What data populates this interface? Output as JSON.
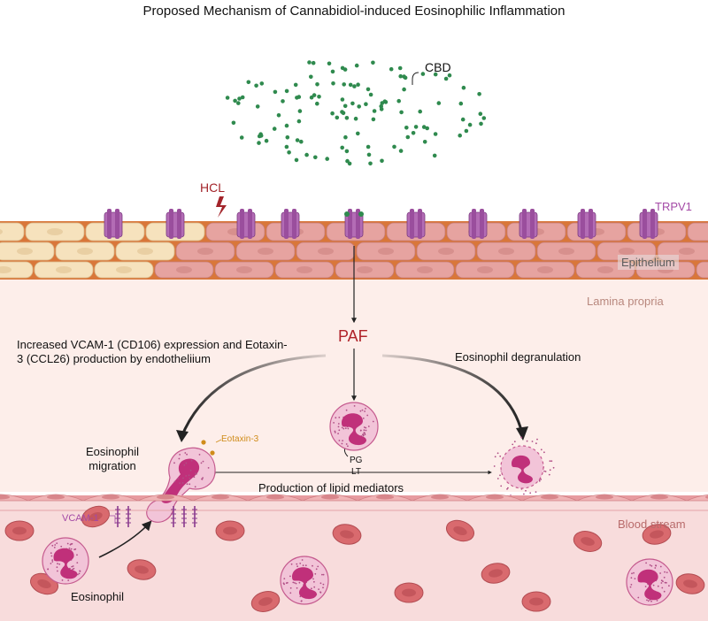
{
  "title": "Proposed Mechanism of Cannabidiol-induced Eosinophilic Inflammation",
  "labels": {
    "cbd": "CBD",
    "hcl": "HCL",
    "trpv1": "TRPV1",
    "epithelium": "Epithelium",
    "lamina_propria": "Lamina propria",
    "vcam_expression": "Increased VCAM-1 (CD106)  expression and Eotaxin-3 (CCL26) production by endotheliium",
    "paf": "PAF",
    "eosinophil_degranulation": "Eosinophil degranulation",
    "eosinophil_migration": "Eosinophil migration",
    "eotaxin3": "Eotaxin-3",
    "pg": "PG",
    "lt": "LT",
    "lipid_mediators": "Production of lipid mediators",
    "vcam1": "VCAM-1",
    "blood_stream": "Blood stream",
    "eosinophil": "Eosinophil"
  },
  "colors": {
    "title_text": "#111111",
    "hcl_red": "#a3242a",
    "paf_red": "#b0232a",
    "trpv1_purple": "#a44aa6",
    "cbd_green": "#2f8a4e",
    "eotaxin_orange": "#d08c1a",
    "lamina_bg": "#fdeeea",
    "blood_bg": "#f8dcdc",
    "healthy_cell": "#f6e2bd",
    "inflamed_cell": "#e6a3a0",
    "rbc": "#d96a6e",
    "eosinophil_body": "#f2c4d8",
    "eosinophil_nucleus": "#c0307a"
  },
  "icons": [
    "cbd-particle",
    "lightning-icon",
    "trpv1-channel-icon",
    "eosinophil-cell-icon",
    "red-blood-cell-icon",
    "vcam-receptor-icon",
    "granule-icon"
  ]
}
